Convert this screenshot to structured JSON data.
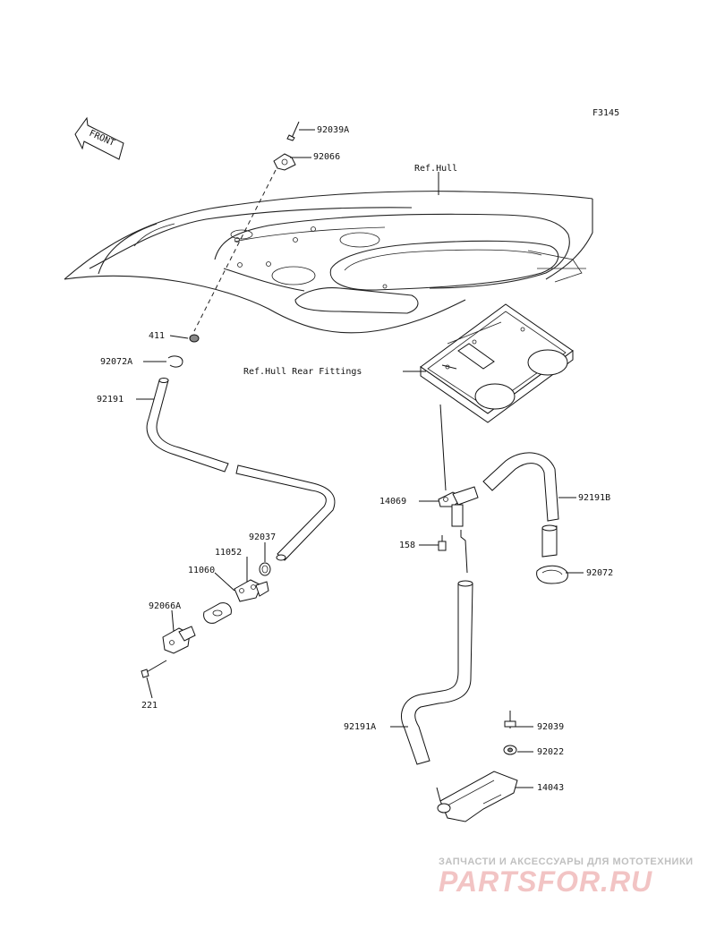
{
  "figure_code": "F3145",
  "front_label": "FRONT",
  "ref_labels": {
    "hull": "Ref.Hull",
    "rear_fittings": "Ref.Hull Rear Fittings"
  },
  "parts": [
    {
      "id": "p-92039A",
      "number": "92039A"
    },
    {
      "id": "p-92066",
      "number": "92066"
    },
    {
      "id": "p-411",
      "number": "411"
    },
    {
      "id": "p-92072A",
      "number": "92072A"
    },
    {
      "id": "p-92191",
      "number": "92191"
    },
    {
      "id": "p-14069",
      "number": "14069"
    },
    {
      "id": "p-158",
      "number": "158"
    },
    {
      "id": "p-92191B",
      "number": "92191B"
    },
    {
      "id": "p-92072",
      "number": "92072"
    },
    {
      "id": "p-92037",
      "number": "92037"
    },
    {
      "id": "p-11052",
      "number": "11052"
    },
    {
      "id": "p-11060",
      "number": "11060"
    },
    {
      "id": "p-92066A",
      "number": "92066A"
    },
    {
      "id": "p-221",
      "number": "221"
    },
    {
      "id": "p-92191A",
      "number": "92191A"
    },
    {
      "id": "p-92039",
      "number": "92039"
    },
    {
      "id": "p-92022",
      "number": "92022"
    },
    {
      "id": "p-14043",
      "number": "14043"
    }
  ],
  "watermark": {
    "tagline": "ЗАПЧАСТИ И АКСЕССУАРЫ ДЛЯ МОТОТЕХНИКИ",
    "brand": "PARTSFOR.RU"
  }
}
